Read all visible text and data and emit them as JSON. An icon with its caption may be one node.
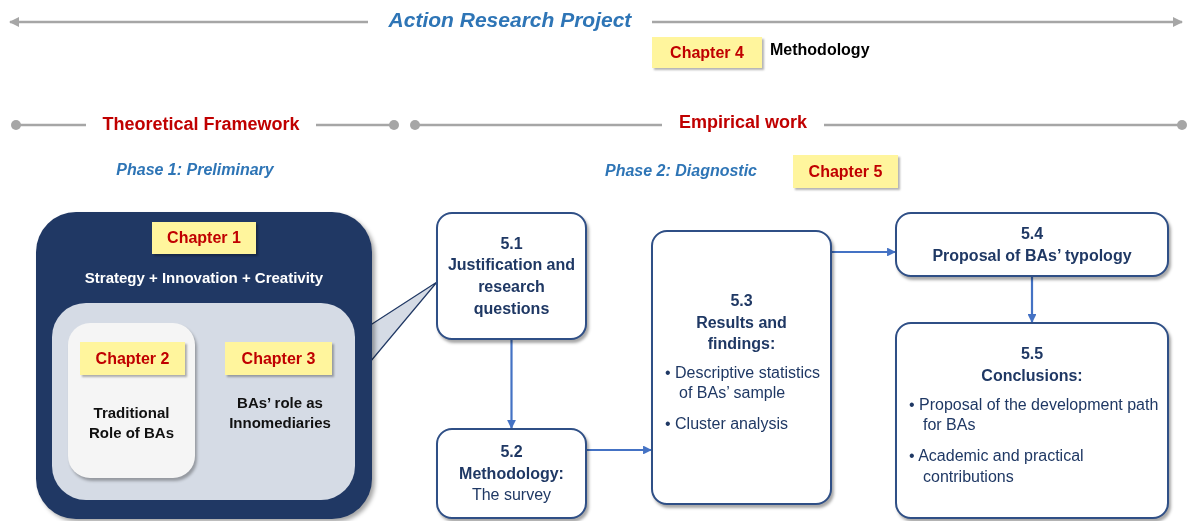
{
  "diagram": {
    "title": "Action Research Project",
    "nodes": [
      {
        "text": [
          "Chapter 4"
        ],
        "beside": [
          "Methodology"
        ]
      },
      {
        "text": [
          "Chapter 5"
        ]
      },
      {
        "text": [
          "Strategy + Innovation + Creativity"
        ]
      },
      {
        "text": [
          "Chapter 1"
        ],
        "in": 2
      },
      {
        "text": [
          "BAs’ role as Innomediaries"
        ],
        "in": 2
      },
      {
        "text": [
          "Traditional Role of BAs"
        ],
        "in": 4
      },
      {
        "text": [
          "Chapter 2"
        ],
        "in": 5
      },
      {
        "text": [
          "Chapter 3"
        ],
        "in": 4
      },
      {
        "text": [
          "5.1",
          "Justification and research questions"
        ]
      },
      {
        "text": [
          "5.2",
          "Methodology:",
          "The survey"
        ]
      },
      {
        "text": [
          "5.3",
          "Results and findings:",
          "• Descriptive statistics of BAs’ sample",
          "• Cluster analysis"
        ]
      },
      {
        "text": [
          "5.4",
          "Proposal of BAs’ typology"
        ]
      },
      {
        "text": [
          "5.5",
          "Conclusions:",
          "• Proposal of the development path for BAs",
          "• Academic and practical contributions"
        ]
      }
    ],
    "edges": [
      {
        "from": 4,
        "to": 8,
        "arrow": "none"
      },
      {
        "from": 8,
        "to": 9,
        "arrow": "to"
      },
      {
        "from": 9,
        "to": 10,
        "arrow": "to"
      },
      {
        "from": 10,
        "to": 11,
        "arrow": "to"
      },
      {
        "from": 11,
        "to": 12,
        "arrow": "to"
      }
    ],
    "labels": [
      "Theoretical Framework",
      "Empirical work",
      "Phase 1: Preliminary",
      "Phase 2: Diagnostic"
    ]
  }
}
